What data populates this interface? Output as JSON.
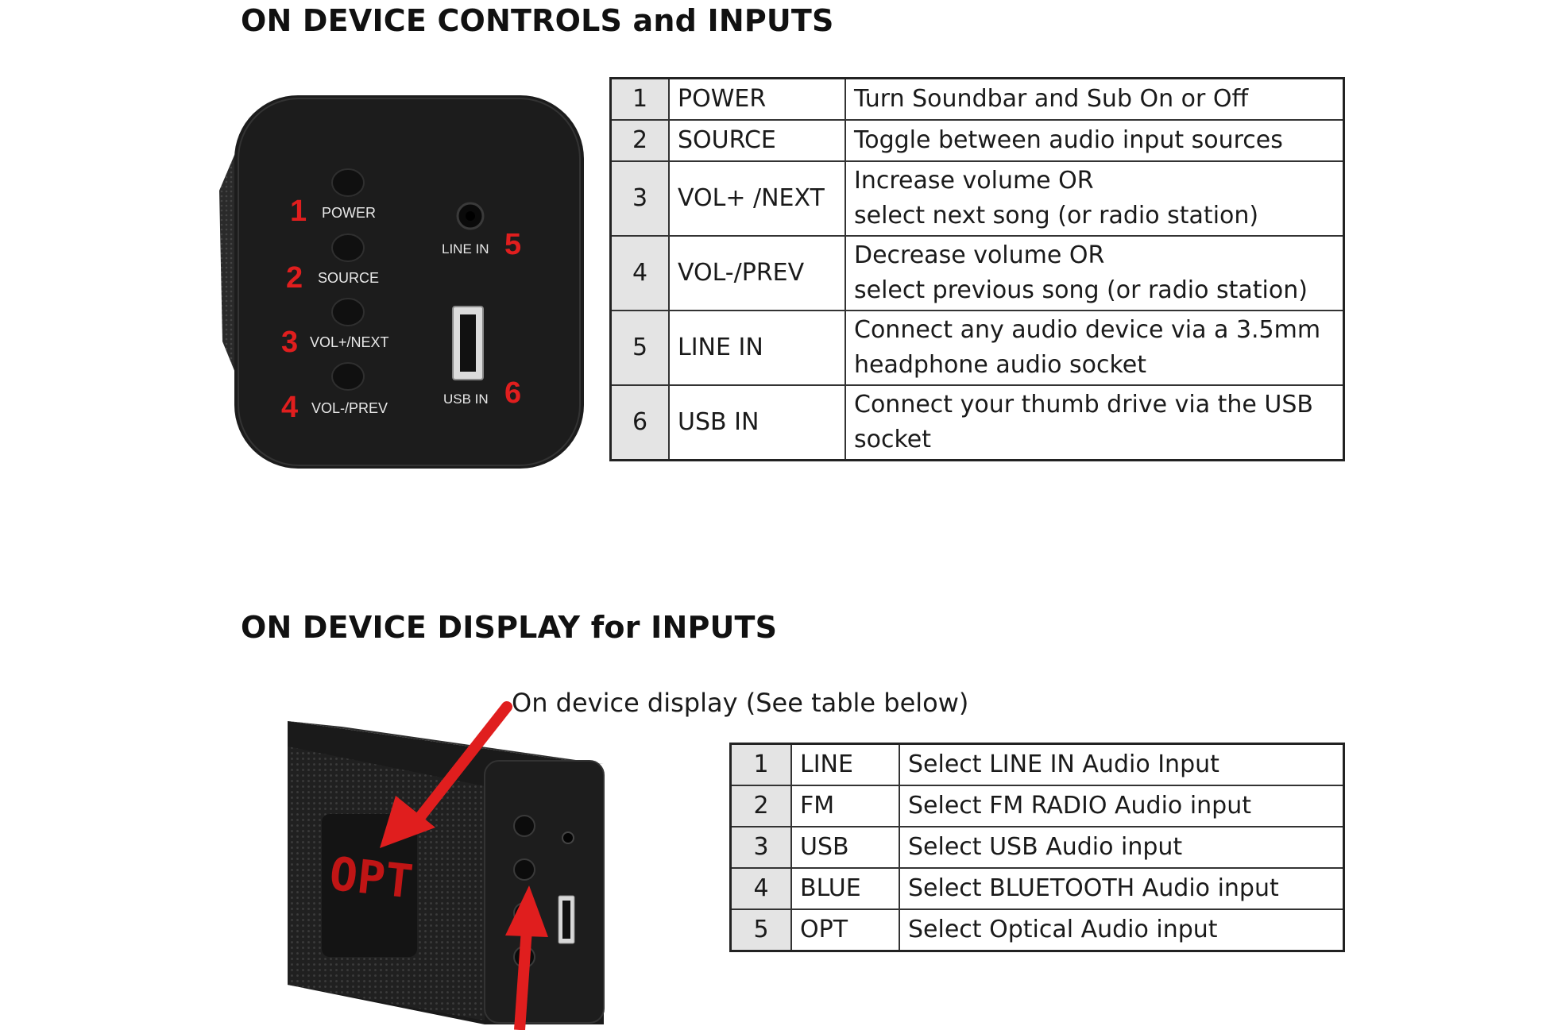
{
  "section1": {
    "title": "ON DEVICE CONTROLS and INPUTS",
    "panel": {
      "callouts": [
        "1",
        "2",
        "3",
        "4",
        "5",
        "6"
      ],
      "labels": {
        "power": "POWER",
        "source": "SOURCE",
        "volnext": "VOL+/NEXT",
        "volprev": "VOL-/PREV",
        "linein": "LINE IN",
        "usbin": "USB IN"
      }
    },
    "rows": [
      {
        "num": "1",
        "name": "POWER",
        "desc": [
          "Turn Soundbar and Sub On or Off"
        ]
      },
      {
        "num": "2",
        "name": "SOURCE",
        "desc": [
          "Toggle between audio input sources"
        ]
      },
      {
        "num": "3",
        "name": "VOL+ /NEXT",
        "desc": [
          "Increase volume OR",
          "select next song (or radio station)"
        ]
      },
      {
        "num": "4",
        "name": "VOL-/PREV",
        "desc": [
          "Decrease volume OR",
          "select previous song (or radio station)"
        ]
      },
      {
        "num": "5",
        "name": "LINE IN",
        "desc": [
          "Connect any audio device via a 3.5mm",
          "headphone audio socket"
        ]
      },
      {
        "num": "6",
        "name": "USB IN",
        "desc": [
          "Connect your thumb drive via the USB",
          "socket"
        ]
      }
    ]
  },
  "section2": {
    "title": "ON DEVICE DISPLAY for INPUTS",
    "callout": "On device display (See table below)",
    "display_text": "OPT",
    "rows": [
      {
        "num": "1",
        "name": "LINE",
        "desc": "Select LINE IN Audio Input"
      },
      {
        "num": "2",
        "name": "FM",
        "desc": "Select FM RADIO Audio input"
      },
      {
        "num": "3",
        "name": "USB",
        "desc": "Select USB Audio input"
      },
      {
        "num": "4",
        "name": "BLUE",
        "desc": "Select BLUETOOTH Audio input"
      },
      {
        "num": "5",
        "name": "OPT",
        "desc": "Select Optical Audio input"
      }
    ]
  },
  "colors": {
    "callout_red": "#e01e1e",
    "device_body": "#1c1c1c",
    "table_num_bg": "#e4e4e4"
  }
}
